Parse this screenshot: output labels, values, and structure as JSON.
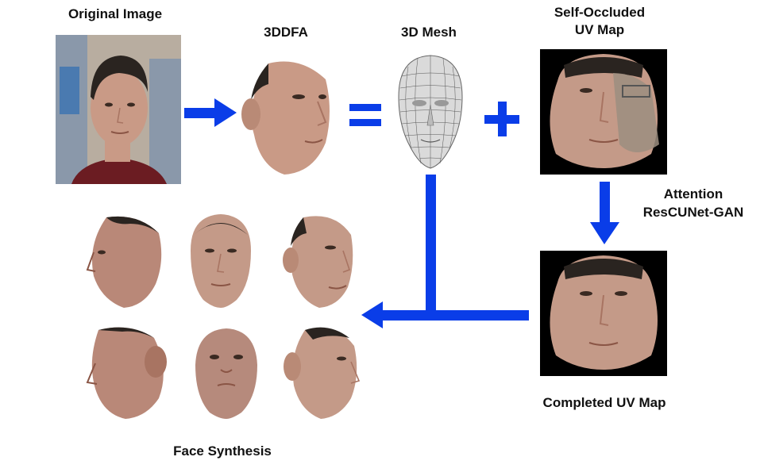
{
  "labels": {
    "original": "Original Image",
    "ddfa": "3DDFA",
    "mesh": "3D Mesh",
    "occluded_line1": "Self-Occluded",
    "occluded_line2": "UV Map",
    "attention_line1": "Attention",
    "attention_line2": "ResCUNet-GAN",
    "completed": "Completed UV Map",
    "synthesis": "Face Synthesis"
  },
  "symbols": {
    "equals": "=",
    "plus": "+"
  },
  "colors": {
    "arrow": "#0a3de8",
    "skin": "#c99a86",
    "skin_shade": "#a87462",
    "hair": "#2a2420",
    "sweater": "#6b1c22",
    "chair": "#8a98aa",
    "wall": "#b8ada0",
    "uv_bg": "#000000"
  },
  "icons": [
    "original-photo",
    "reconstructed-face",
    "mesh-head-icon",
    "uv-map",
    "synthesized-face"
  ]
}
